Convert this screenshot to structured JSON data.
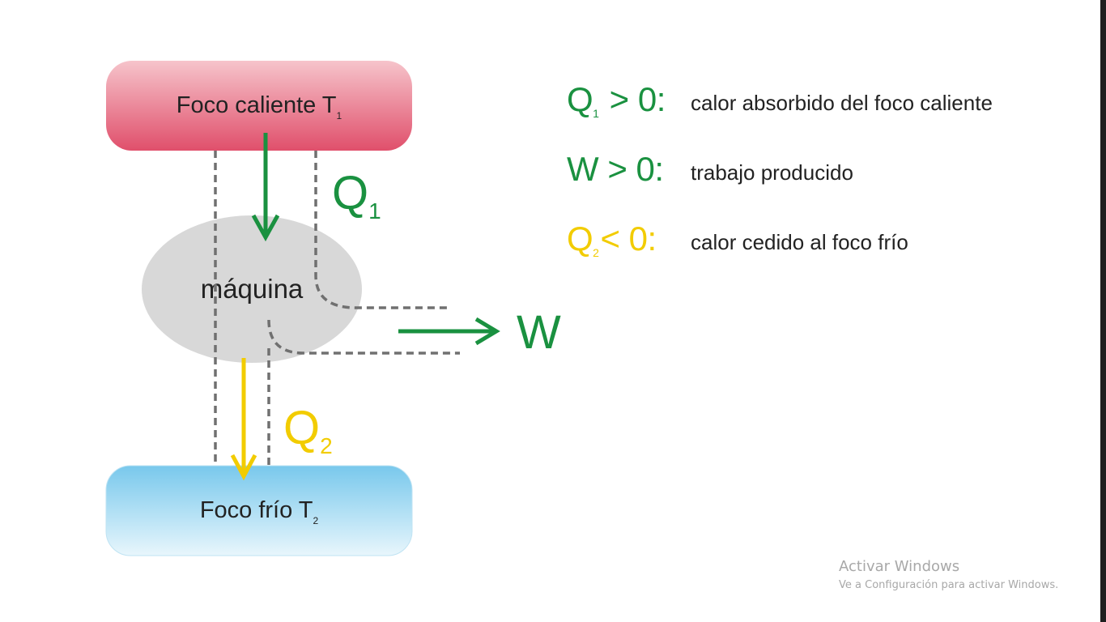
{
  "colors": {
    "green": "#1a9140",
    "yellow": "#f2cc00",
    "hot_top": "#f6c4cb",
    "hot_bottom": "#e04f6b",
    "cold_top": "#78c8ec",
    "cold_bottom": "#e8f6fc",
    "machine": "#d8d8d8",
    "dashed": "#707070"
  },
  "diagram": {
    "hot_reservoir": {
      "label": "Foco caliente T",
      "sub": "1"
    },
    "machine": {
      "label": "máquina"
    },
    "cold_reservoir": {
      "label": "Foco frío T",
      "sub": "2"
    },
    "q1": {
      "letter": "Q",
      "sub": "1"
    },
    "q2": {
      "letter": "Q",
      "sub": "2"
    },
    "w": {
      "letter": "W"
    }
  },
  "legend": [
    {
      "symbol": "Q",
      "sub": "1",
      "relation": " > 0:",
      "description": "calor absorbido del foco caliente",
      "color": "green"
    },
    {
      "symbol": "W",
      "sub": "",
      "relation": " > 0:",
      "description": "trabajo producido",
      "color": "green"
    },
    {
      "symbol": "Q",
      "sub": "2",
      "relation": "< 0:",
      "description": "calor cedido al foco frío",
      "color": "yellow"
    }
  ],
  "watermark": {
    "title": "Activar Windows",
    "subtitle": "Ve a Configuración para activar Windows."
  }
}
